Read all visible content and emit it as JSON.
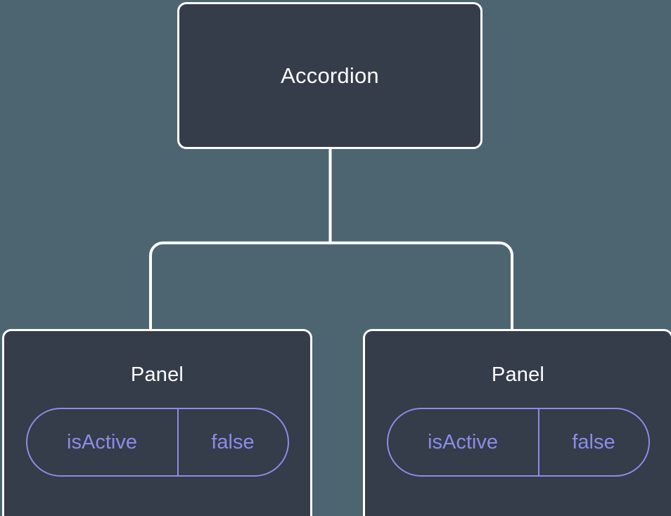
{
  "diagram": {
    "type": "component-tree",
    "background_color": "#4c6571",
    "node_fill_color": "#353c4a",
    "node_border_color": "#ffffff",
    "edge_color": "#ffffff",
    "prop_accent_color": "#8b8ce8",
    "title_text_color": "#ffffff"
  },
  "root": {
    "label": "Accordion"
  },
  "children": [
    {
      "label": "Panel",
      "prop": {
        "key": "isActive",
        "value": "false"
      }
    },
    {
      "label": "Panel",
      "prop": {
        "key": "isActive",
        "value": "false"
      }
    }
  ]
}
